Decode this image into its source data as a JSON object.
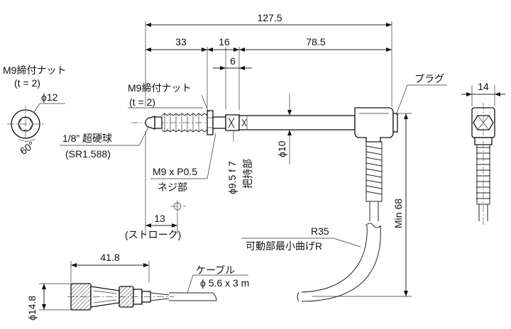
{
  "dimensions": {
    "overall_length": "127.5",
    "front_length": "33",
    "nut_to_grip": "16",
    "grip_width": "6",
    "body_length": "78.5",
    "plug_width": "14",
    "body_diameter": "ϕ10",
    "min_length": "Min 68",
    "stroke": "13",
    "connector_length": "41.8",
    "connector_diameter": "ϕ14.8",
    "nut_hole_diameter": "ϕ12",
    "nut_angle": "60°"
  },
  "labels": {
    "nut_detail_title": "M9締付ナット",
    "nut_detail_thickness": "(t = 2)",
    "nut_title": "M9締付ナット",
    "nut_thickness": "(t = 2)",
    "ball": "1/8” 超硬球",
    "ball_radius": "(SR1.588)",
    "thread": "M9 x P0.5",
    "thread_part": "ネジ部",
    "grip_fit": "ϕ9.5 f 7",
    "grip_part": "把持部",
    "stroke_label": "(ストローク)",
    "plug": "プラグ",
    "bend_radius": "R35",
    "bend_label": "可動部最小曲げR",
    "cable": "ケーブル",
    "cable_size": "ϕ 5.6 x 3 m"
  },
  "colors": {
    "line": "#111111",
    "background": "#ffffff"
  }
}
